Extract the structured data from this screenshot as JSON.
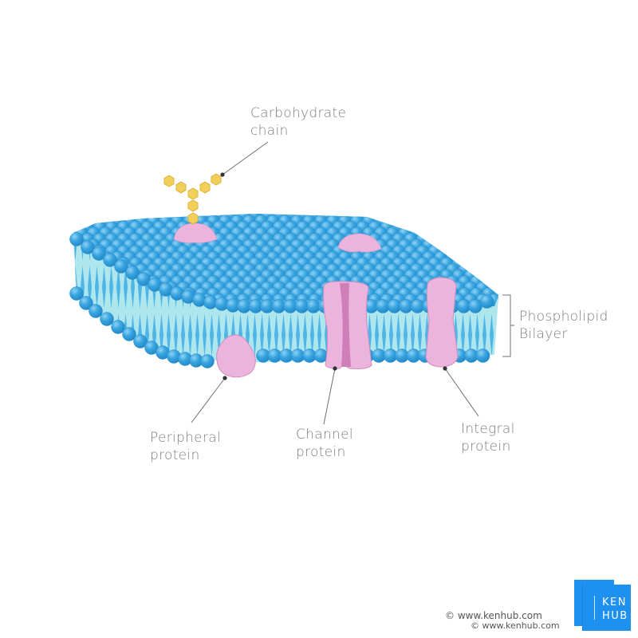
{
  "diagram": {
    "subject": "Cell membrane (phospholipid bilayer) structure",
    "colors": {
      "phospholipid_head": "#3aa6e0",
      "phospholipid_head_highlight": "#7cc8f0",
      "tail_region": "#aee6ee",
      "tail": "#4fb4e6",
      "protein": "#ecb4dc",
      "protein_outline": "#cf8dbf",
      "channel_core": "#cf7fb8",
      "carbohydrate": "#f2cf5b",
      "carbohydrate_outline": "#d9ac2c",
      "label_text": "#7d7d7d",
      "leader_line": "#707070",
      "leader_dot": "#333333",
      "brand": "#1e90f0"
    }
  },
  "labels": {
    "carbohydrate_chain": [
      "Carbohydrate",
      "chain"
    ],
    "phospholipid_bilayer": [
      "Phospholipid",
      "Bilayer"
    ],
    "peripheral_protein": [
      "Peripheral",
      "protein"
    ],
    "channel_protein": [
      "Channel",
      "protein"
    ],
    "integral_protein": [
      "Integral",
      "protein"
    ]
  },
  "branding": {
    "copyright_1": "© www.kenhub.com",
    "copyright_2": "© www.kenhub.com",
    "logo_line1": "KEN",
    "logo_line2": "HUB"
  }
}
